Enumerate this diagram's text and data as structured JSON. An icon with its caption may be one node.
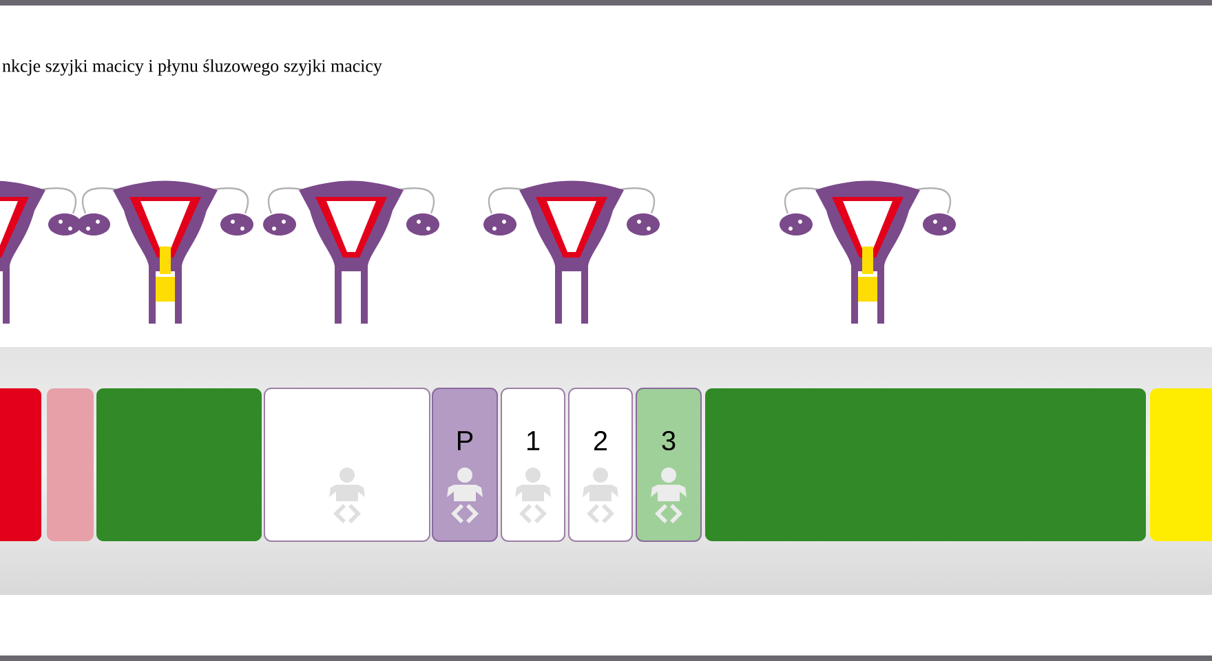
{
  "diagram": {
    "title": "nkcje szyjki macicy i płynu śluzowego szyjki macicy",
    "nodes": [
      {
        "text": [],
        "shape": "box"
      },
      {
        "text": [],
        "shape": "box"
      },
      {
        "text": [],
        "shape": "box"
      },
      {
        "text": [],
        "shape": "box"
      },
      {
        "text": [
          "P"
        ]
      },
      {
        "text": [
          "1"
        ]
      },
      {
        "text": [
          "2"
        ]
      },
      {
        "text": [
          "3"
        ]
      },
      {
        "text": [],
        "shape": "box"
      },
      {
        "text": [],
        "shape": "box"
      }
    ]
  }
}
